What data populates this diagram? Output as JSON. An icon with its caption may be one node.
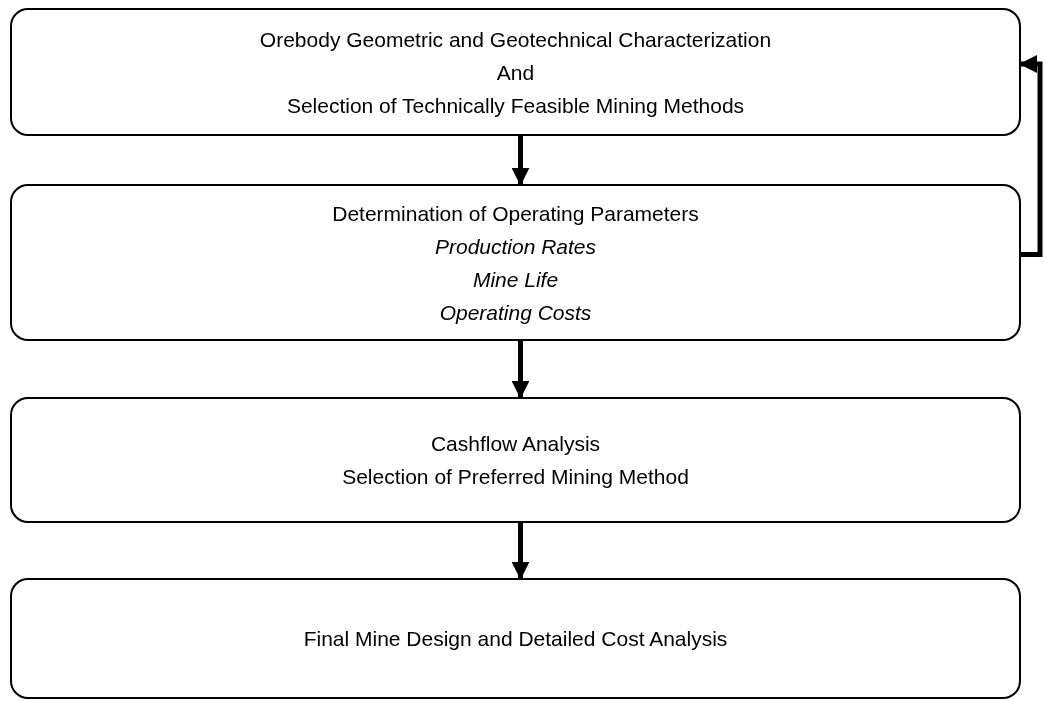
{
  "diagram": {
    "nodes": [
      {
        "text": [
          "Orebody Geometric and Geotechnical Characterization",
          "And",
          "Selection of Technically Feasible Mining Methods"
        ]
      },
      {
        "text": [
          "Determination of Operating Parameters",
          "Production Rates",
          "Mine Life",
          "Operating Costs"
        ]
      },
      {
        "text": [
          "Cashflow Analysis",
          "Selection of Preferred Mining Method"
        ]
      },
      {
        "text": [
          "Final Mine Design and Detailed Cost Analysis"
        ]
      }
    ],
    "edges": [
      {
        "from": 0,
        "to": 1,
        "arrow": "to"
      },
      {
        "from": 1,
        "to": 2,
        "arrow": "to"
      },
      {
        "from": 2,
        "to": 3,
        "arrow": "to"
      },
      {
        "from": 1,
        "to": 0,
        "arrow": "to"
      }
    ]
  }
}
